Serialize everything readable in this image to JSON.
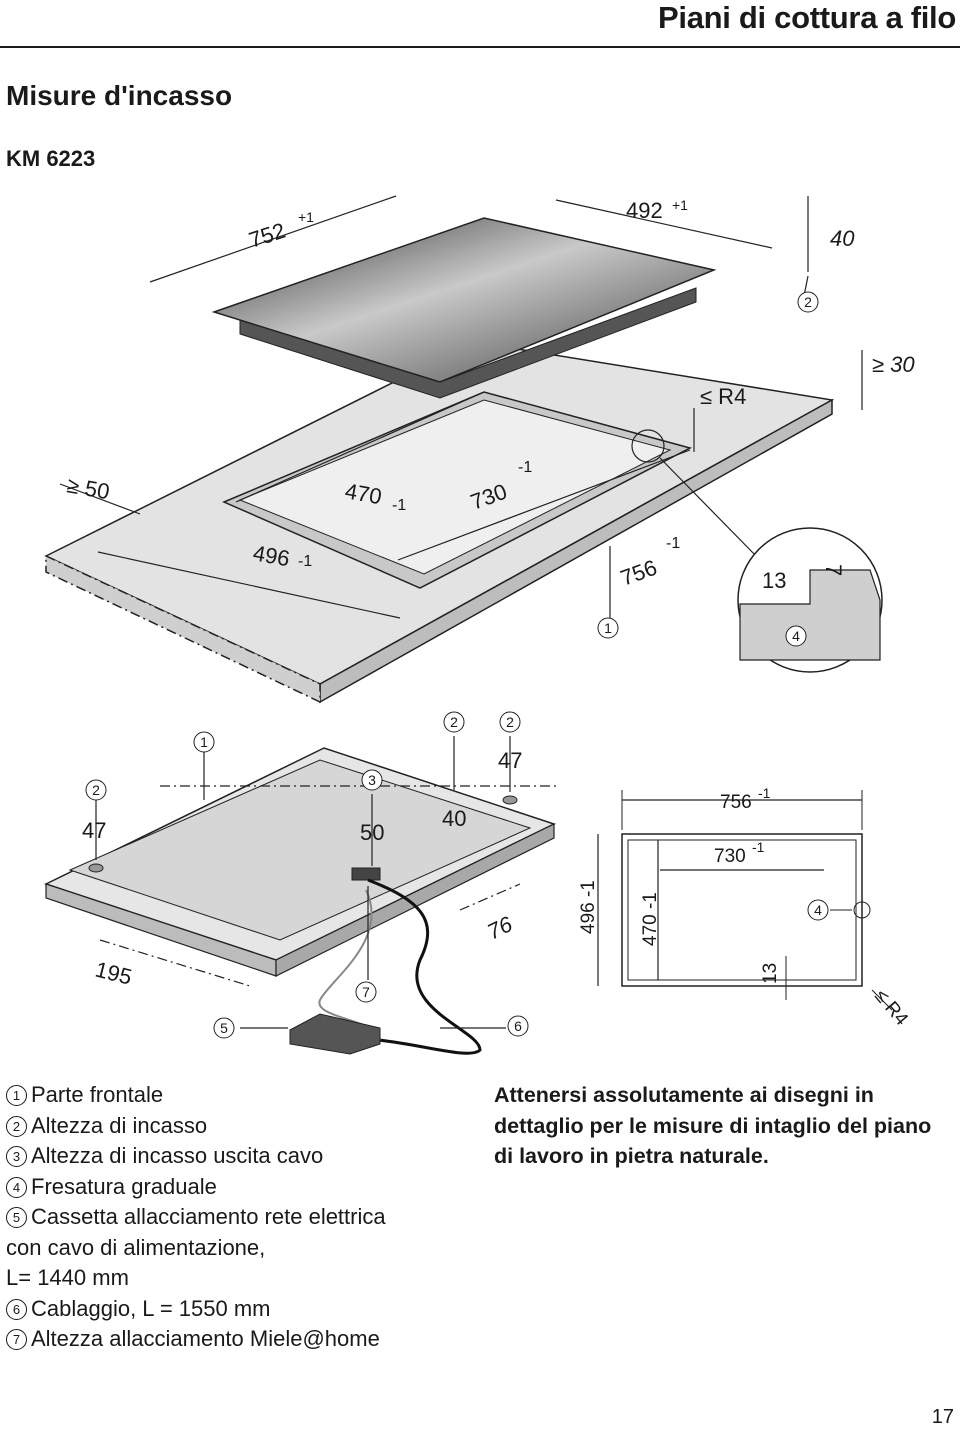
{
  "header": {
    "title": "Piani di cottura a filo"
  },
  "section": {
    "title": "Misure d'incasso"
  },
  "model": "KM 6223",
  "figure": {
    "top": {
      "width": "752",
      "width_tol_plus": "+1",
      "width_tol_minus": "–",
      "depth": "492",
      "depth_tol_plus": "+1",
      "depth_tol_minus": "–",
      "height": "40",
      "min_thickness": "≥ 30",
      "radius": "≤  R4",
      "min_front": "≥ 50",
      "cut_depth": "470",
      "cut_depth_tol": "-1",
      "cut_width": "730",
      "cut_width_tol": "-1",
      "outer_depth": "496",
      "outer_depth_tol": "-1",
      "outer_width": "756",
      "outer_width_tol": "-1",
      "step_width": "13",
      "step_height": "7"
    },
    "bottom": {
      "h1": "47",
      "h2": "47",
      "h3": "50",
      "h4": "40",
      "front": "195",
      "side": "76",
      "plan_outer_width": "756",
      "plan_outer_width_tol": "-1",
      "plan_inner_width": "730",
      "plan_inner_width_tol": "-1",
      "plan_outer_depth": "496 -1",
      "plan_inner_depth": "470 -1",
      "plan_step": "13",
      "plan_radius": "≤ R4"
    },
    "callouts": [
      "1",
      "2",
      "3",
      "4",
      "5",
      "6",
      "7"
    ]
  },
  "legend": [
    {
      "num": "1",
      "text": "Parte frontale"
    },
    {
      "num": "2",
      "text": "Altezza di incasso"
    },
    {
      "num": "3",
      "text": "Altezza di incasso uscita cavo"
    },
    {
      "num": "4",
      "text": "Fresatura graduale"
    },
    {
      "num": "5",
      "text": "Cassetta allacciamento rete elettrica"
    },
    {
      "num": "",
      "text": "con cavo di alimentazione,"
    },
    {
      "num": "",
      "text": "L= 1440 mm"
    },
    {
      "num": "6",
      "text": "Cablaggio, L = 1550 mm"
    },
    {
      "num": "7",
      "text": "Altezza allacciamento Miele@home"
    }
  ],
  "note": "Attenersi assolutamente ai disegni in dettaglio per le misure di intaglio del piano di lavoro in pietra naturale.",
  "page_number": "17"
}
